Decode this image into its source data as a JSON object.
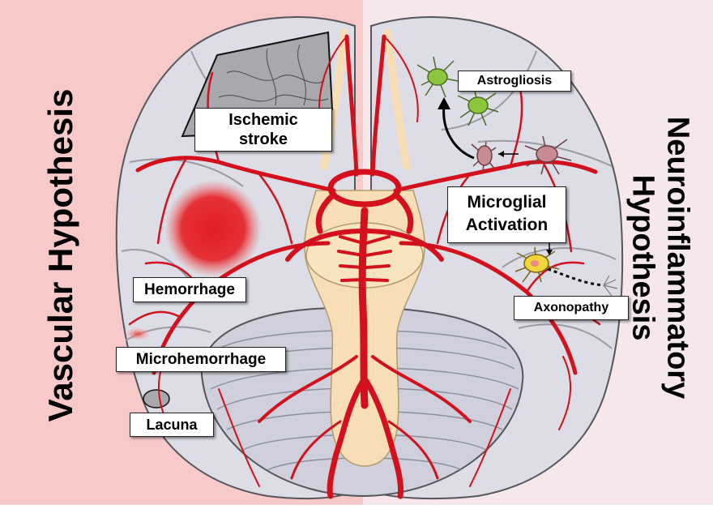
{
  "titles": {
    "left": "Vascular Hypothesis",
    "right_line1": "Neuroinflammatory",
    "right_line2": "Hypothesis"
  },
  "labels": {
    "ischemic_stroke_line1": "Ischemic",
    "ischemic_stroke_line2": "stroke",
    "hemorrhage": "Hemorrhage",
    "microhemorrhage": "Microhemorrhage",
    "lacuna": "Lacuna",
    "astrogliosis": "Astrogliosis",
    "microglial_activation_line1": "Microglial",
    "microglial_activation_line2": "Activation",
    "axonopathy": "Axonopathy"
  },
  "colors": {
    "left_background": "#f7c9c9",
    "right_background": "#f6e7ea",
    "brain": "#dcdde6",
    "artery": "#d3101b",
    "brainstem": "#f7deb6",
    "hemorrhage": "#e8242a",
    "astrocyte": "#8cc63f",
    "microglia_resting": "#c98b93",
    "microglia_activated": "#f2d43b"
  },
  "icons": [
    "ischemic-region",
    "hemorrhage-blob",
    "lacuna-oval",
    "astrocyte-cell",
    "microglia-cell",
    "activated-microglia-cell",
    "axon"
  ]
}
